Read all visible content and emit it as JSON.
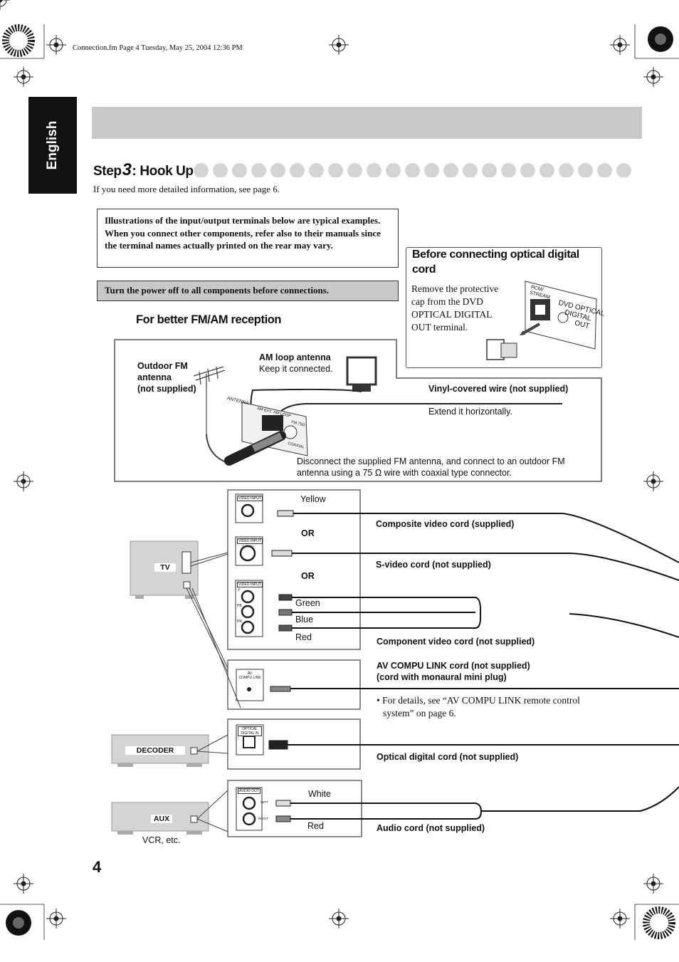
{
  "header": {
    "file_info": "Connection.fm  Page 4  Tuesday, May 25, 2004  12:36 PM"
  },
  "side_tab": {
    "language": "English"
  },
  "step": {
    "prefix": "Step",
    "number": "3",
    "suffix": ": Hook Up"
  },
  "intro": "If you need more detailed information, see page 6.",
  "notice": {
    "line1": "Illustrations of the input/output terminals below are typical examples.",
    "line2": "When you connect other components, refer also to their manuals since the terminal names actually printed on the rear may vary."
  },
  "power_note": "Turn the power off to all components before connections.",
  "optical_note": {
    "title": "Before connecting optical digital cord",
    "text": "Remove the protective cap from the DVD OPTICAL DIGITAL OUT terminal.",
    "panel_labels": {
      "pcm": "PCM/",
      "stream": "STREAM",
      "dvd_optical": "DVD OPTICAL",
      "digital": "DIGITAL",
      "out": "OUT"
    }
  },
  "antenna": {
    "section_title": "For better FM/AM reception",
    "outdoor_fm": [
      "Outdoor FM",
      "antenna",
      "(not supplied)"
    ],
    "am_loop_title": "AM loop antenna",
    "am_loop_sub": "Keep it connected.",
    "vinyl_wire": "Vinyl-covered wire (not supplied)",
    "extend": "Extend it horizontally.",
    "disconnect": [
      "Disconnect the supplied FM antenna, and connect to an outdoor FM",
      "antenna using a 75 Ω wire with coaxial type connector."
    ],
    "panel_labels": {
      "antenna": "ANTENNA",
      "am_ext": "AM EXT",
      "am_loop": "AM LOOP",
      "fm": "FM 75Ω",
      "coaxial": "COAXIAL"
    }
  },
  "video": {
    "yellow": "Yellow",
    "or1": "OR",
    "or2": "OR",
    "green": "Green",
    "blue": "Blue",
    "red": "Red",
    "composite": "Composite video cord (supplied)",
    "svideo": "S-video cord (not supplied)",
    "component": "Component video cord (not supplied)",
    "terminal_video_input": "VIDEO INPUT",
    "terminal_s_video": "S-VIDEO",
    "y": "Y",
    "pb": "PB",
    "pr": "PR"
  },
  "compu_link": {
    "title1": "AV COMPU LINK cord (not supplied)",
    "title2": "(cord with monaural mini plug)",
    "bullet": "• For details, see “AV COMPU LINK remote control system” on page 6.",
    "terminal": [
      "AV",
      "COMPU LINK"
    ]
  },
  "optical_cord": {
    "label": "Optical digital cord (not supplied)",
    "terminal": [
      "OPTICAL",
      "DIGITAL IN"
    ]
  },
  "audio_cord": {
    "label": "Audio cord (not supplied)",
    "white": "White",
    "red": "Red",
    "terminal": "AUDIO OUT",
    "left": "LEFT",
    "right": "RIGHT"
  },
  "devices": {
    "tv": "TV",
    "decoder": "DECODER",
    "aux": "AUX",
    "vcr_note": "VCR, etc."
  },
  "page_number": "4"
}
